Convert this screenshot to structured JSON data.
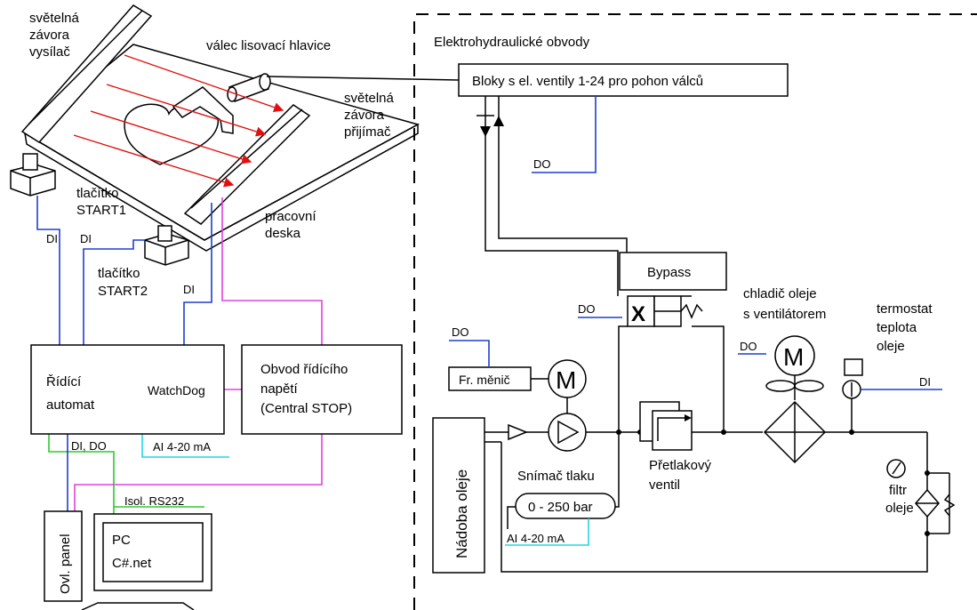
{
  "colors": {
    "di_do": "#1f3fd0",
    "power": "#e040e0",
    "rs232": "#2ec82e",
    "analog": "#22d6e6",
    "red_beam": "#e01010"
  },
  "labels": {
    "transmitter": [
      "světelná",
      "závora",
      "vysílač"
    ],
    "cylinder": "válec lisovací hlavice",
    "receiver": [
      "světelná",
      "závora",
      "přijímač"
    ],
    "start1": [
      "tlačítko",
      "START1"
    ],
    "start2": [
      "tlačítko",
      "START2"
    ],
    "desk": [
      "pracovní",
      "deska"
    ],
    "hydraulics_title": "Elektrohydraulické obvody",
    "valve_blocks": "Bloky s el. ventily 1-24 pro pohon válců",
    "bypass": "Bypass",
    "cooler": [
      "chladič oleje",
      "s ventilátorem"
    ],
    "thermostat": [
      "termostat",
      "teplota",
      "oleje"
    ],
    "freq_changer": "Fr. měnič",
    "motor": "M",
    "tank": "Nádoba oleje",
    "pressure_sensor": "Snímač tlaku",
    "pressure_range": "0 - 250 bar",
    "relief_valve": [
      "Přetlakový",
      "ventil"
    ],
    "filter": [
      "filtr",
      "oleje"
    ],
    "controller": [
      "Řídící",
      "automat"
    ],
    "watchdog": "WatchDog",
    "power_circuit": [
      "Obvod řídícího",
      "napětí",
      "(Central STOP)"
    ],
    "panel": "Ovl. panel",
    "pc": [
      "PC",
      "C#.net"
    ],
    "valve_x": "X"
  },
  "signals": {
    "di": "DI",
    "do": "DO",
    "di_do": "DI, DO",
    "analog": "AI 4-20 mA",
    "rs232": "Isol. RS232"
  }
}
